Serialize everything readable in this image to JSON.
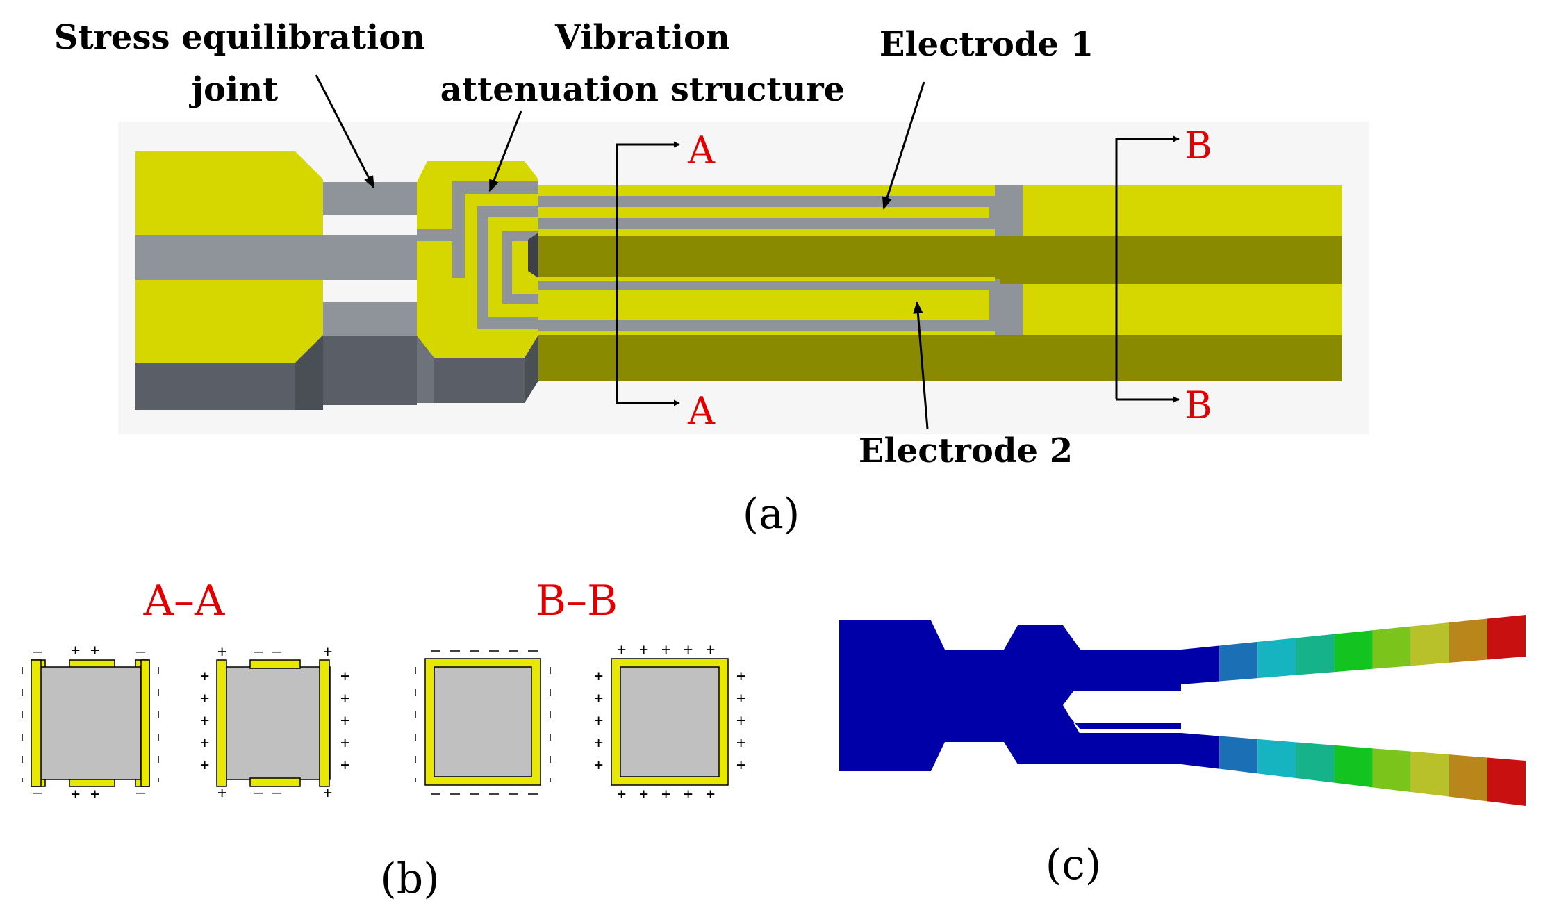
{
  "panel_a": {
    "callouts": {
      "stress_joint_1": "Stress equilibration",
      "stress_joint_2": "joint",
      "vibration_1": "Vibration",
      "vibration_2": "attenuation structure",
      "electrode_1": "Electrode 1",
      "electrode_2": "Electrode 2"
    },
    "section_marks": {
      "a": "A",
      "b": "B"
    },
    "caption": "(a)"
  },
  "panel_b": {
    "titles": {
      "aa": "A–A",
      "bb": "B–B"
    },
    "signs": {
      "plus": "+",
      "minus": "–"
    },
    "caption": "(b)"
  },
  "panel_c": {
    "caption": "(c)",
    "colormap": [
      "#0000a8",
      "#1a6fb5",
      "#16b3c0",
      "#16b28a",
      "#13c420",
      "#7ac41c",
      "#b8c02a",
      "#b8861a",
      "#c81010"
    ]
  },
  "colors": {
    "electrode_yellow": "#d6d600",
    "electrode_dark": "#8a8a00",
    "substrate_gray": "#8f949b",
    "substrate_dark": "#5a5e66",
    "section_red": "#e00000",
    "section_gray": "#c0c0c0"
  }
}
